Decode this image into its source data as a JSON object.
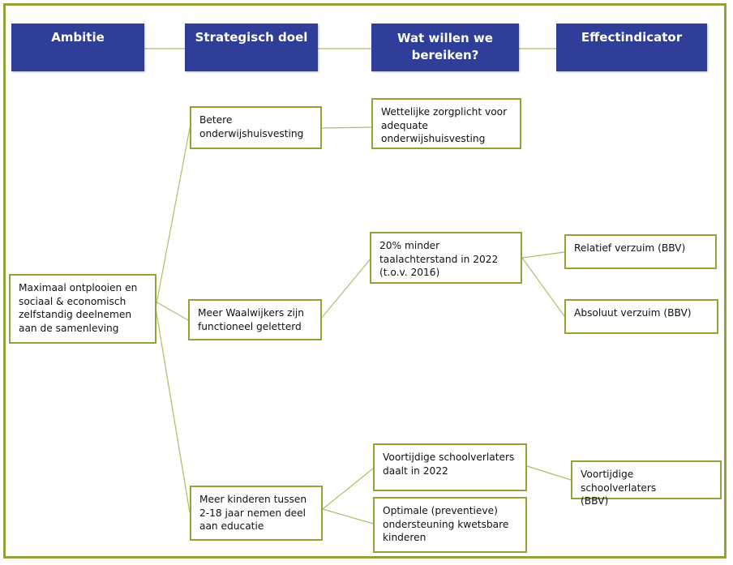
{
  "headers": {
    "ambitie": "Ambitie",
    "strategisch_doel": "Strategisch doel",
    "wat_willen": "Wat willen we\nbereiken?",
    "effectindicator": "Effectindicator"
  },
  "nodes": {
    "ambition": "Maximaal ontplooien en\nsociaal & economisch\nzelfstandig deelnemen\naan de samenleving",
    "goal_housing": "Betere\nonderwijshuisvesting",
    "goal_literate": "Meer Waalwijkers zijn\nfunctioneel geletterd",
    "goal_education": "Meer kinderen tussen\n2-18 jaar nemen deel\naan educatie",
    "want_zorgplicht": "Wettelijke zorgplicht voor\nadequate\nonderwijshuisvesting",
    "want_taal": "20% minder\ntaalachterstand in 2022\n(t.o.v. 2016)",
    "want_schoolverlaters": "Voortijdige schoolverlaters\ndaalt in 2022",
    "want_ondersteuning": "Optimale (preventieve)\nondersteuning kwetsbare\nkinderen",
    "ind_relatief": "Relatief verzuim (BBV)",
    "ind_absoluut": "Absoluut verzuim (BBV)",
    "ind_schoolverlaters": "Voortijdige schoolverlaters\n(BBV)"
  },
  "colors": {
    "header_fill": "#2e3e99",
    "node_border": "#8ea537",
    "connector": "#a9c26a"
  }
}
